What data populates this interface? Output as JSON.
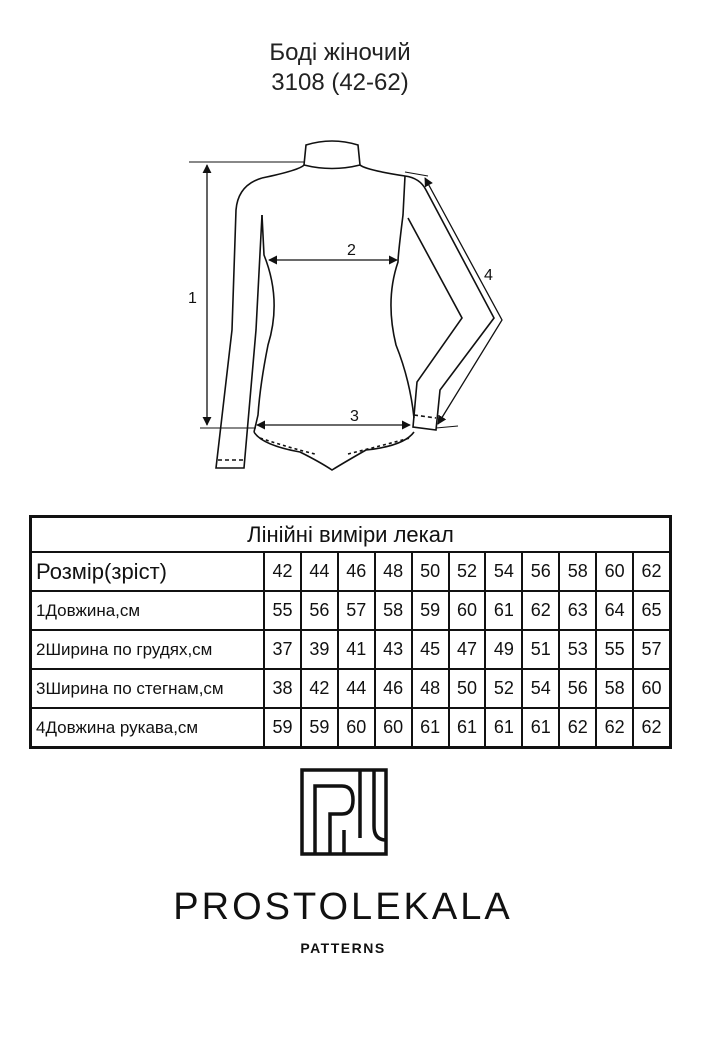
{
  "title": {
    "line1": "Боді жіночий",
    "line2": "3108 (42-62)"
  },
  "diagram": {
    "measure_labels": [
      "1",
      "2",
      "3",
      "4"
    ]
  },
  "table": {
    "header": "Лінійні виміри лекал",
    "rows": [
      {
        "label": "Розмір(зріст)",
        "values": [
          "42",
          "44",
          "46",
          "48",
          "50",
          "52",
          "54",
          "56",
          "58",
          "60",
          "62"
        ]
      },
      {
        "label": "1Довжина,см",
        "values": [
          "55",
          "56",
          "57",
          "58",
          "59",
          "60",
          "61",
          "62",
          "63",
          "64",
          "65"
        ]
      },
      {
        "label": "2Ширина по грудях,см",
        "values": [
          "37",
          "39",
          "41",
          "43",
          "45",
          "47",
          "49",
          "51",
          "53",
          "55",
          "57"
        ]
      },
      {
        "label": "3Ширина по стегнам,см",
        "values": [
          "38",
          "42",
          "44",
          "46",
          "48",
          "50",
          "52",
          "54",
          "56",
          "58",
          "60"
        ]
      },
      {
        "label": "4Довжина рукава,см",
        "values": [
          "59",
          "59",
          "60",
          "60",
          "61",
          "61",
          "61",
          "61",
          "62",
          "62",
          "62"
        ]
      }
    ]
  },
  "brand": {
    "name": "PROSTOLEKALA",
    "sub": "PATTERNS"
  }
}
